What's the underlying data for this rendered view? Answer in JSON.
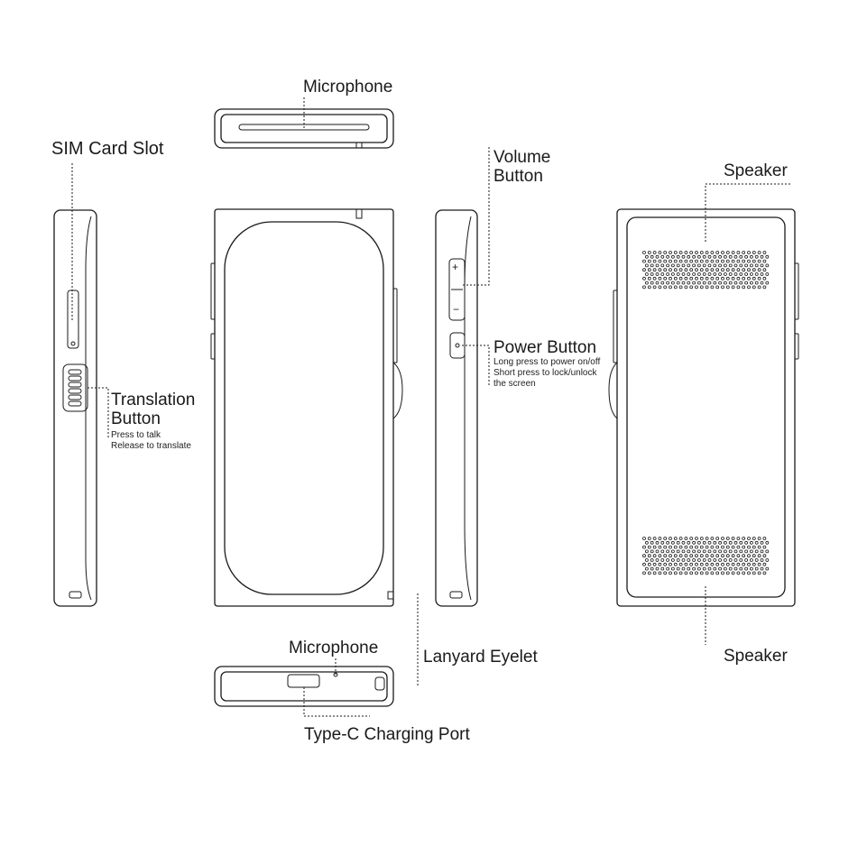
{
  "labels": {
    "microphone_top": "Microphone",
    "sim_card_slot": "SIM Card Slot",
    "volume_button_line1": "Volume",
    "volume_button_line2": "Button",
    "speaker_top": "Speaker",
    "power_button": "Power Button",
    "power_desc_1": "Long press to power on/off",
    "power_desc_2": "Short press to lock/unlock",
    "power_desc_3": "the screen",
    "translation_button_line1": "Translation",
    "translation_button_line2": "Button",
    "translation_desc_1": "Press to talk",
    "translation_desc_2": "Release to translate",
    "microphone_bottom": "Microphone",
    "lanyard_eyelet": "Lanyard Eyelet",
    "speaker_bottom": "Speaker",
    "type_c_port": "Type-C Charging Port"
  },
  "icons": {
    "volume_plus": "+",
    "volume_minus": "−"
  },
  "colors": {
    "line": "#1a1a1a",
    "background": "#ffffff"
  }
}
